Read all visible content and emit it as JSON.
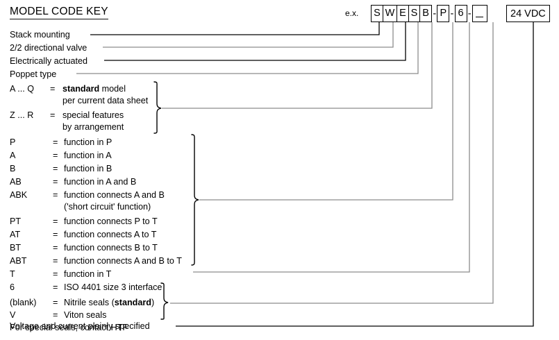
{
  "title": "MODEL CODE KEY",
  "example": {
    "label": "e.x.",
    "boxes": [
      {
        "char": "S"
      },
      {
        "char": "W"
      },
      {
        "char": "E"
      },
      {
        "char": "S"
      },
      {
        "char": "B"
      },
      {
        "sep": "-"
      },
      {
        "char": "P"
      },
      {
        "sep": "-"
      },
      {
        "char": "6"
      },
      {
        "sep": "-"
      },
      {
        "blank": "_"
      }
    ],
    "voltage": "24 VDC"
  },
  "rows": [
    {
      "code": "",
      "eq": "",
      "text": "Stack mounting"
    },
    {
      "code": "",
      "eq": "",
      "text": "2/2 directional valve"
    },
    {
      "code": "",
      "eq": "",
      "text": "Electrically actuated"
    },
    {
      "code": "",
      "eq": "",
      "text": "Poppet type"
    },
    {
      "code": "A ... Q",
      "eq": "=",
      "text_bold": "standard",
      "text_after": " model"
    },
    {
      "code": "",
      "eq": "",
      "text": "per current data sheet"
    },
    {
      "code": "Z ... R",
      "eq": "=",
      "text": "special features"
    },
    {
      "code": "",
      "eq": "",
      "text": "by arrangement"
    },
    {
      "code": "P",
      "eq": "=",
      "text": "function in P"
    },
    {
      "code": "A",
      "eq": "=",
      "text": "function in A"
    },
    {
      "code": "B",
      "eq": "=",
      "text": "function in B"
    },
    {
      "code": "AB",
      "eq": "=",
      "text": "function in A and B"
    },
    {
      "code": "ABK",
      "eq": "=",
      "text": "function connects A and B"
    },
    {
      "code": "",
      "eq": "",
      "text": "('short circuit' function)"
    },
    {
      "code": "PT",
      "eq": "=",
      "text": "function connects P  to  T"
    },
    {
      "code": "AT",
      "eq": "=",
      "text": "function connects A  to  T"
    },
    {
      "code": "BT",
      "eq": "=",
      "text": "function connects B  to  T"
    },
    {
      "code": "ABT",
      "eq": "=",
      "text": "function connects A and B  to  T"
    },
    {
      "code": "T",
      "eq": "=",
      "text": "function in T"
    },
    {
      "code": "6",
      "eq": "=",
      "text": "ISO 4401 size 3 interface"
    },
    {
      "code": "(blank)",
      "eq": "=",
      "text": "Nitrile seals (",
      "text_bold": "standard",
      "text_after": ")"
    },
    {
      "code": "V",
      "eq": "=",
      "text": "Viton seals"
    },
    {
      "code": "",
      "eq": "",
      "text": "For special seals, contact HTF"
    },
    {
      "code": "",
      "eq": "",
      "text": "Voltage and current plainly specified"
    }
  ],
  "labels": {
    "stack_mounting": "Stack mounting",
    "directional_valve": "2/2 directional valve",
    "electrically_actuated": "Electrically actuated",
    "poppet_type": "Poppet type",
    "standard_model_code": "A ... Q",
    "standard_model_eq": "=",
    "standard_model_bold": "standard",
    "standard_model_rest": " model",
    "standard_model_line2": "per current data sheet",
    "special_features_code": "Z ... R",
    "special_features_eq": "=",
    "special_features_text": "special features",
    "special_features_line2": "by arrangement",
    "fn_p_code": "P",
    "fn_p_text": "function in P",
    "fn_a_code": "A",
    "fn_a_text": "function in A",
    "fn_b_code": "B",
    "fn_b_text": "function in B",
    "fn_ab_code": "AB",
    "fn_ab_text": "function in A and B",
    "fn_abk_code": "ABK",
    "fn_abk_text": "function connects A and B",
    "fn_abk_line2": "('short circuit' function)",
    "fn_pt_code": "PT",
    "fn_pt_text": "function connects P  to  T",
    "fn_at_code": "AT",
    "fn_at_text": "function connects A  to  T",
    "fn_bt_code": "BT",
    "fn_bt_text": "function connects B  to  T",
    "fn_abt_code": "ABT",
    "fn_abt_text": "function connects A and B  to  T",
    "fn_t_code": "T",
    "fn_t_text": "function in T",
    "iso_code": "6",
    "iso_text": "ISO 4401 size 3 interface",
    "blank_code": "(blank)",
    "blank_text_pre": "Nitrile seals (",
    "blank_text_bold": "standard",
    "blank_text_post": ")",
    "viton_code": "V",
    "viton_text": "Viton seals",
    "special_seals": "For special seals, contact HTF",
    "voltage_note": "Voltage and current plainly specified",
    "equals": "="
  },
  "colors": {
    "line_dark": "#000000",
    "line_gray": "#8c8c8c",
    "text": "#000000",
    "background": "#ffffff"
  }
}
